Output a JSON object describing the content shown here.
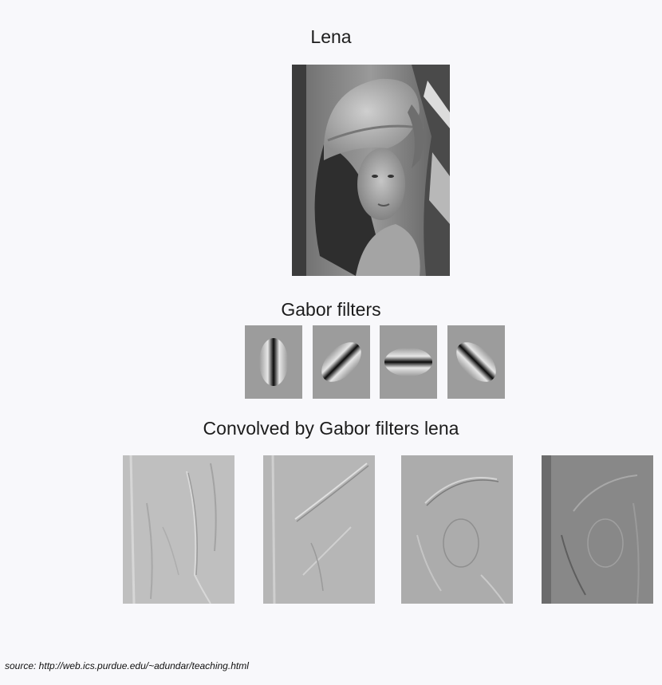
{
  "lena_title": "Lena",
  "gabor_title": "Gabor filters",
  "convolved_title": "Convolved by Gabor filters lena",
  "source": "source: http://web.ics.purdue.edu/~adundar/teaching.html",
  "filter_orientations_deg": [
    90,
    45,
    0,
    135
  ]
}
